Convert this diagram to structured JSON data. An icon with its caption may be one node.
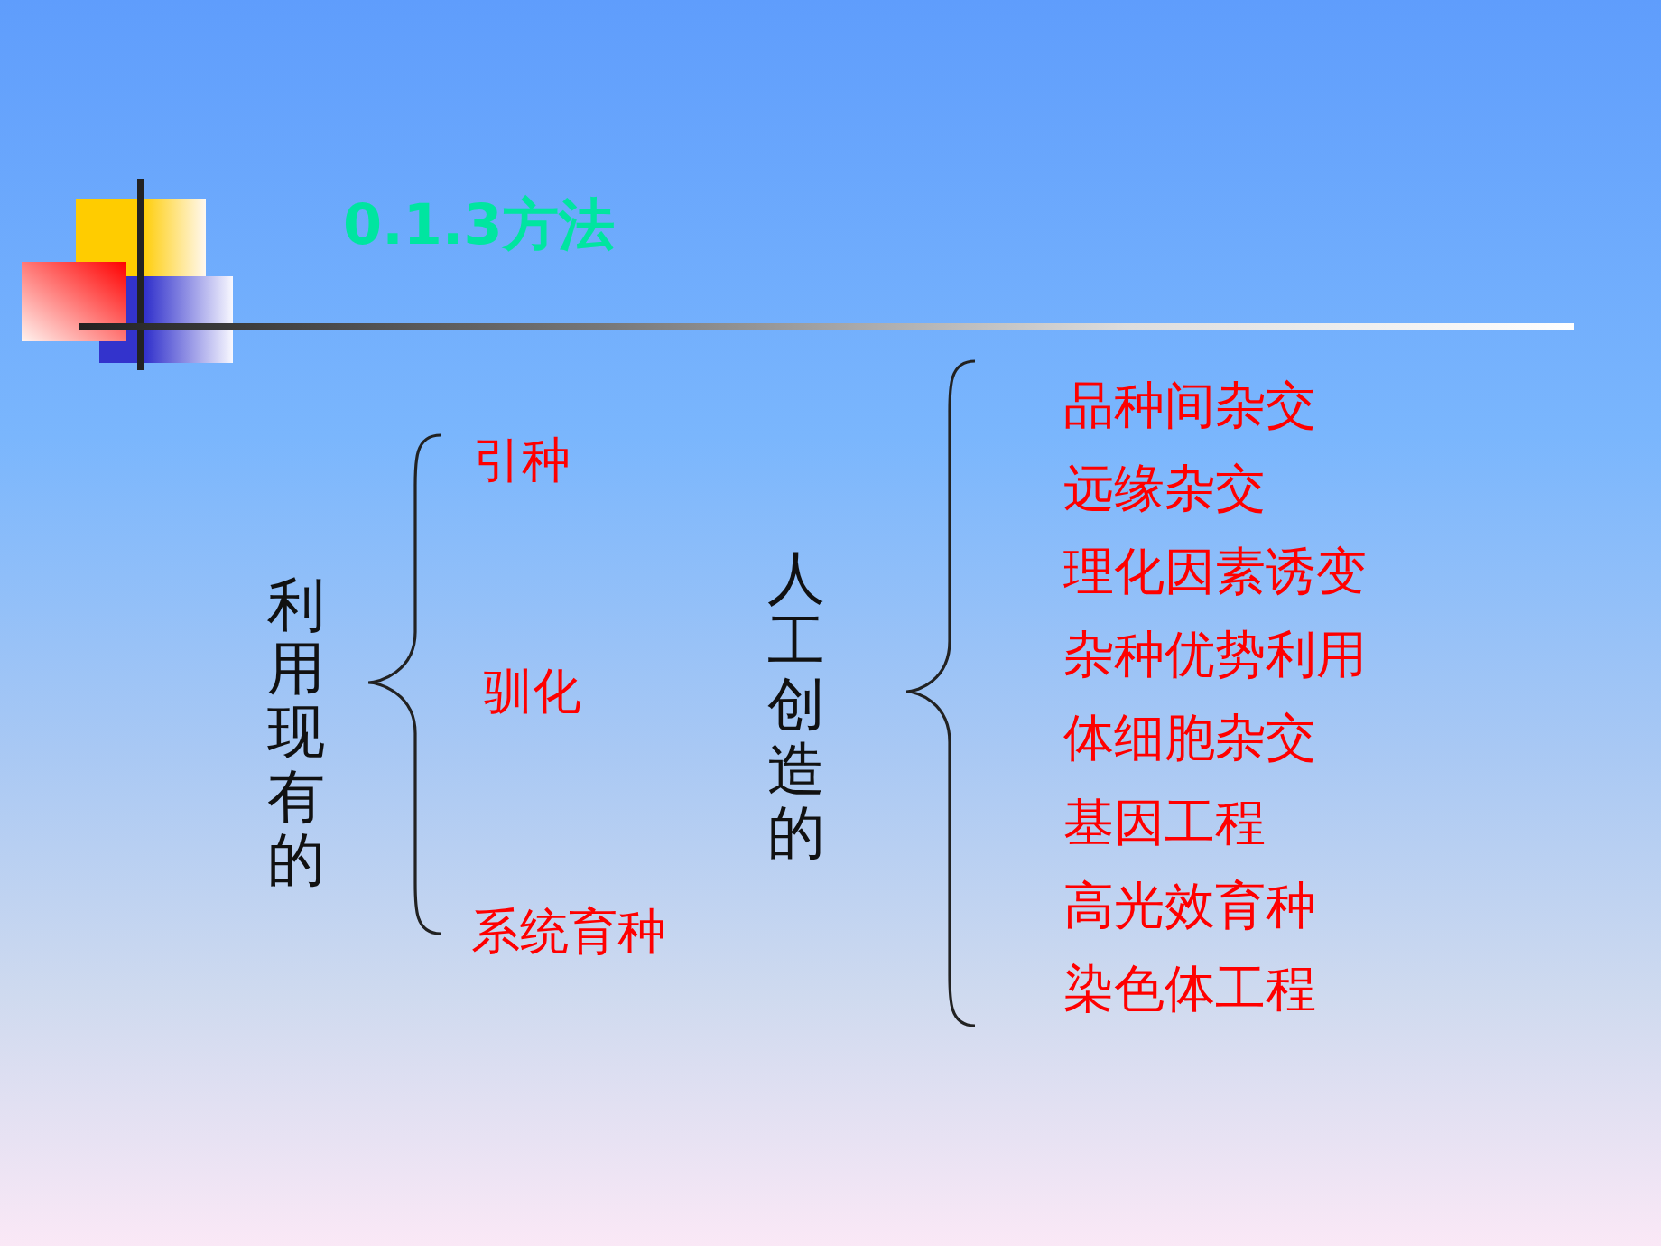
{
  "diagram": {
    "title": "0.1.3方法",
    "labels": [
      "利用现有的",
      "引种",
      "驯化",
      "系统育种",
      "人工创造的",
      "品种间杂交",
      "远缘杂交",
      "理化因素诱变",
      "杂种优势利用",
      "体细胞杂交",
      "基因工程",
      "高光效育种",
      "染色体工程"
    ]
  }
}
